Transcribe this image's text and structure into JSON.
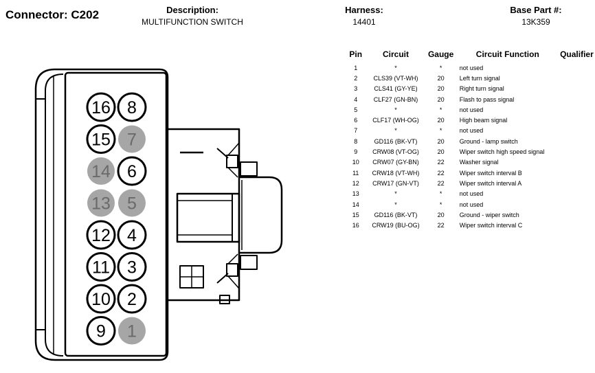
{
  "header": {
    "connector_label": "Connector: C202",
    "description_label": "Description:",
    "description_value": "MULTIFUNCTION SWITCH",
    "harness_label": "Harness:",
    "harness_value": "14401",
    "base_part_label": "Base Part #:",
    "base_part_value": "13K359"
  },
  "table": {
    "columns": [
      "Pin",
      "Circuit",
      "Gauge",
      "Circuit Function",
      "Qualifier"
    ],
    "rows": [
      {
        "pin": "1",
        "circuit": "*",
        "gauge": "*",
        "function": "not used",
        "qualifier": ""
      },
      {
        "pin": "2",
        "circuit": "CLS39 (VT-WH)",
        "gauge": "20",
        "function": "Left turn signal",
        "qualifier": ""
      },
      {
        "pin": "3",
        "circuit": "CLS41 (GY-YE)",
        "gauge": "20",
        "function": "Right turn signal",
        "qualifier": ""
      },
      {
        "pin": "4",
        "circuit": "CLF27 (GN-BN)",
        "gauge": "20",
        "function": "Flash to pass signal",
        "qualifier": ""
      },
      {
        "pin": "5",
        "circuit": "*",
        "gauge": "*",
        "function": "not used",
        "qualifier": ""
      },
      {
        "pin": "6",
        "circuit": "CLF17 (WH-OG)",
        "gauge": "20",
        "function": "High beam signal",
        "qualifier": ""
      },
      {
        "pin": "7",
        "circuit": "*",
        "gauge": "*",
        "function": "not used",
        "qualifier": ""
      },
      {
        "pin": "8",
        "circuit": "GD116 (BK-VT)",
        "gauge": "20",
        "function": "Ground - lamp switch",
        "qualifier": ""
      },
      {
        "pin": "9",
        "circuit": "CRW08 (VT-OG)",
        "gauge": "20",
        "function": "Wiper switch high speed signal",
        "qualifier": ""
      },
      {
        "pin": "10",
        "circuit": "CRW07 (GY-BN)",
        "gauge": "22",
        "function": "Washer signal",
        "qualifier": ""
      },
      {
        "pin": "11",
        "circuit": "CRW18 (VT-WH)",
        "gauge": "22",
        "function": "Wiper switch interval B",
        "qualifier": ""
      },
      {
        "pin": "12",
        "circuit": "CRW17 (GN-VT)",
        "gauge": "22",
        "function": "Wiper switch interval A",
        "qualifier": ""
      },
      {
        "pin": "13",
        "circuit": "*",
        "gauge": "*",
        "function": "not used",
        "qualifier": ""
      },
      {
        "pin": "14",
        "circuit": "*",
        "gauge": "*",
        "function": "not used",
        "qualifier": ""
      },
      {
        "pin": "15",
        "circuit": "GD116 (BK-VT)",
        "gauge": "20",
        "function": "Ground - wiper switch",
        "qualifier": ""
      },
      {
        "pin": "16",
        "circuit": "CRW19 (BU-OG)",
        "gauge": "22",
        "function": "Wiper switch interval C",
        "qualifier": ""
      }
    ]
  },
  "connector": {
    "active_pin_color": "#ffffff",
    "unused_pin_color": "#a6a6a6",
    "pin_rows": [
      [
        {
          "label": "16",
          "used": true
        },
        {
          "label": "8",
          "used": true
        }
      ],
      [
        {
          "label": "15",
          "used": true
        },
        {
          "label": "7",
          "used": false
        }
      ],
      [
        {
          "label": "14",
          "used": false
        },
        {
          "label": "6",
          "used": true
        }
      ],
      [
        {
          "label": "13",
          "used": false
        },
        {
          "label": "5",
          "used": false
        }
      ],
      [
        {
          "label": "12",
          "used": true
        },
        {
          "label": "4",
          "used": true
        }
      ],
      [
        {
          "label": "11",
          "used": true
        },
        {
          "label": "3",
          "used": true
        }
      ],
      [
        {
          "label": "10",
          "used": true
        },
        {
          "label": "2",
          "used": true
        }
      ],
      [
        {
          "label": "9",
          "used": true
        },
        {
          "label": "1",
          "used": false
        }
      ]
    ]
  }
}
